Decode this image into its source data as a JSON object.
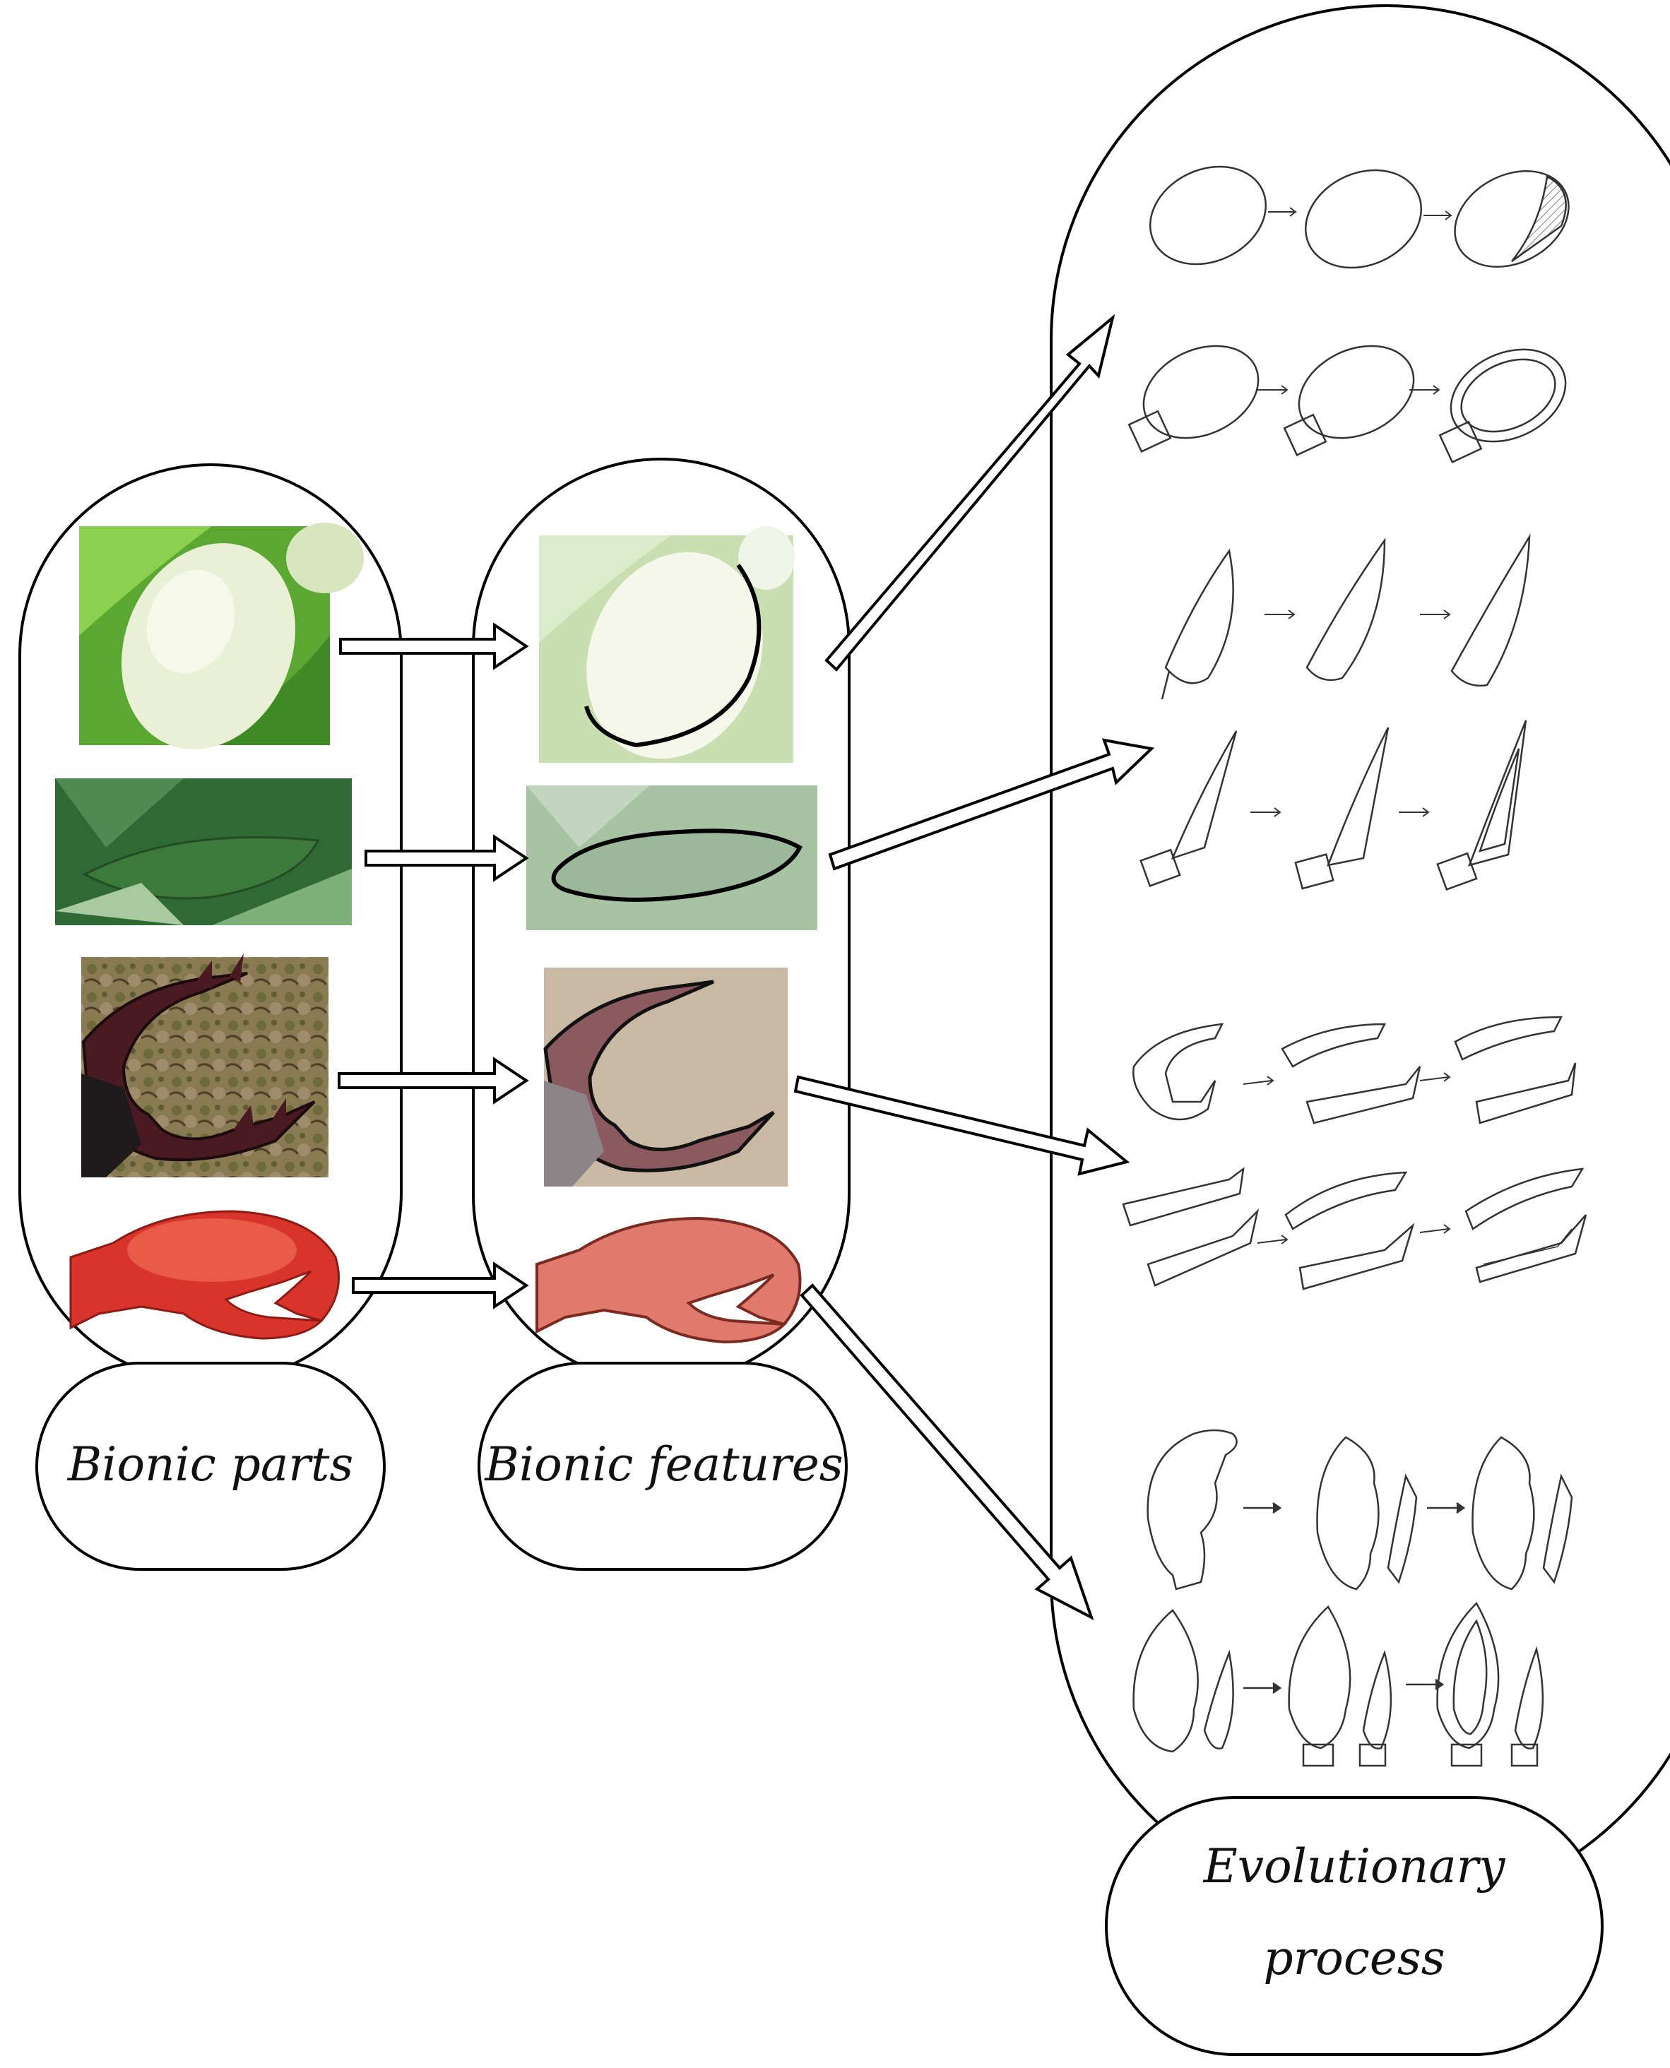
{
  "labels": {
    "bionic_parts": "Bionic parts",
    "bionic_features": "Bionic features",
    "evolutionary_line1": "Evolutionary",
    "evolutionary_line2": "process"
  },
  "rows": [
    "broad-bean",
    "bamboo-leaf",
    "stag-beetle-mandible",
    "lobster-claw"
  ],
  "colors": {
    "outline": "#000000",
    "bean_green": "#6fb83a",
    "bean_seed": "#e7efcf",
    "leaf_green": "#3e7a3a",
    "bark_brown": "#7a6a4a",
    "mandible_red": "#5a1f24",
    "lobster_red": "#d8342b",
    "faded_overlay": "#ffffff"
  }
}
